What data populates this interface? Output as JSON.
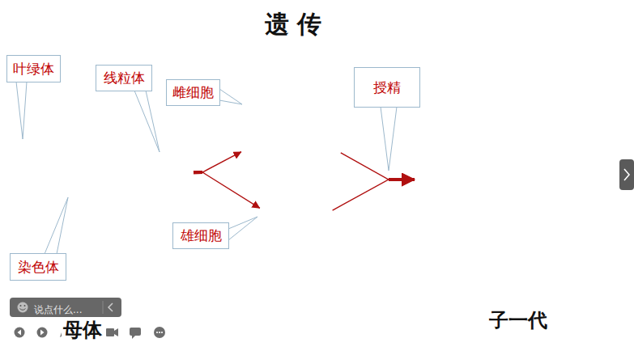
{
  "diagram": {
    "title": "遗 传",
    "nodes": [
      {
        "text": [
          "叶绿体"
        ]
      },
      {
        "text": [
          "线粒体"
        ]
      },
      {
        "text": [
          "雌细胞"
        ]
      },
      {
        "text": [
          "授精"
        ]
      },
      {
        "text": [
          "母体"
        ]
      },
      {
        "text": []
      },
      {
        "text": []
      },
      {
        "text": [
          "雄细胞"
        ]
      },
      {
        "text": [
          "染色体"
        ]
      },
      {
        "text": [
          "子一代"
        ]
      }
    ],
    "edges": [
      {
        "from": 4,
        "to": 5,
        "arrow": "to"
      },
      {
        "from": 4,
        "to": 6,
        "arrow": "to"
      },
      {
        "from": 5,
        "to": 9,
        "arrow": "to"
      },
      {
        "from": 6,
        "to": 9,
        "arrow": "to"
      }
    ],
    "labels": [
      "说点什么..."
    ]
  }
}
